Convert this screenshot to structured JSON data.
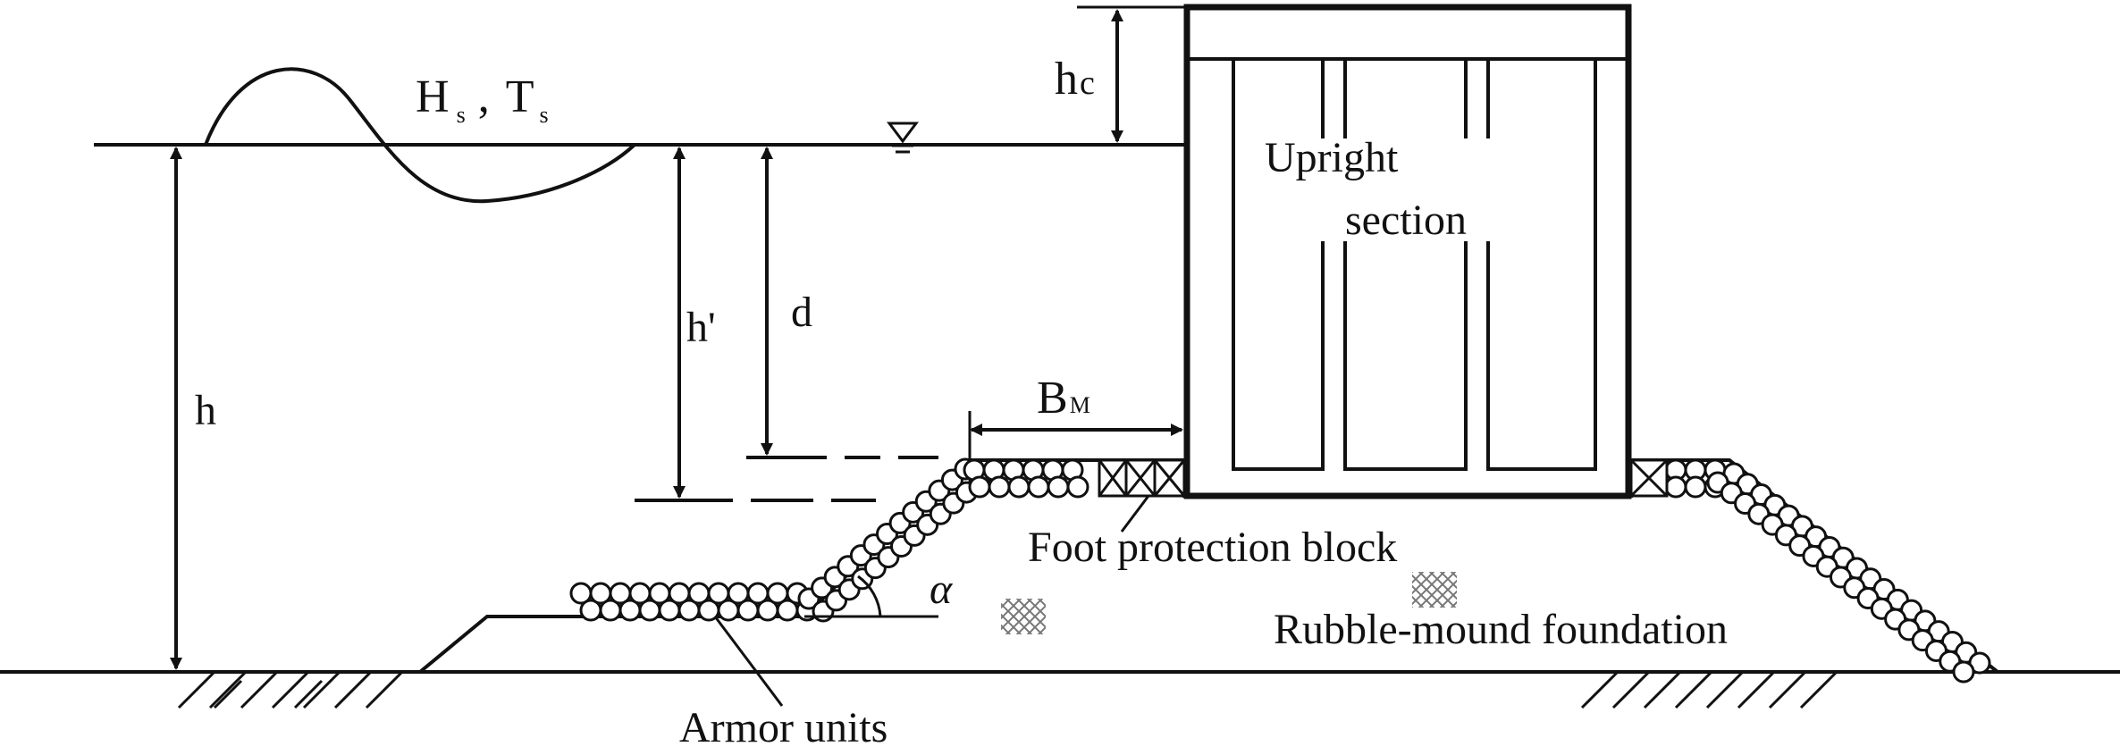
{
  "labels": {
    "wave_H": "H",
    "wave_H_sub": "s",
    "wave_sep": ",",
    "wave_T": "T",
    "wave_T_sub": "s",
    "hc_main": "h",
    "hc_sub": "c",
    "upright_line1": "Upright",
    "upright_line2": "section",
    "h_prime": "h'",
    "d": "d",
    "h": "h",
    "bm_main": "B",
    "bm_sub": "M",
    "foot_block": "Foot protection block",
    "rubble": "Rubble-mound foundation",
    "armor": "Armor units",
    "alpha": "α"
  },
  "colors": {
    "line": "#111111",
    "background": "#ffffff",
    "stone_texture": "#888888"
  }
}
